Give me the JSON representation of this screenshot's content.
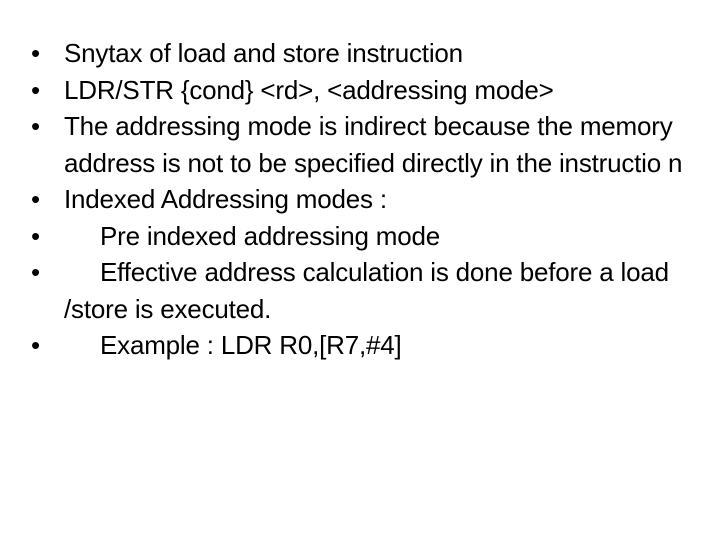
{
  "slide": {
    "bullet_symbol": "•",
    "items": [
      {
        "text": "Snytax of load and store instruction"
      },
      {
        "text": "LDR/STR {cond} <rd>, <addressing mode>"
      },
      {
        "text": "The addressing mode is indirect because the memory address is not to be specified directly in the instructio n"
      },
      {
        "text": "Indexed Addressing modes :"
      },
      {
        "text": "Pre indexed addressing mode"
      },
      {
        "text": "Effective address calculation is done before a load /store is executed."
      },
      {
        "text": "Example : LDR R0,[R7,#4]"
      }
    ]
  }
}
